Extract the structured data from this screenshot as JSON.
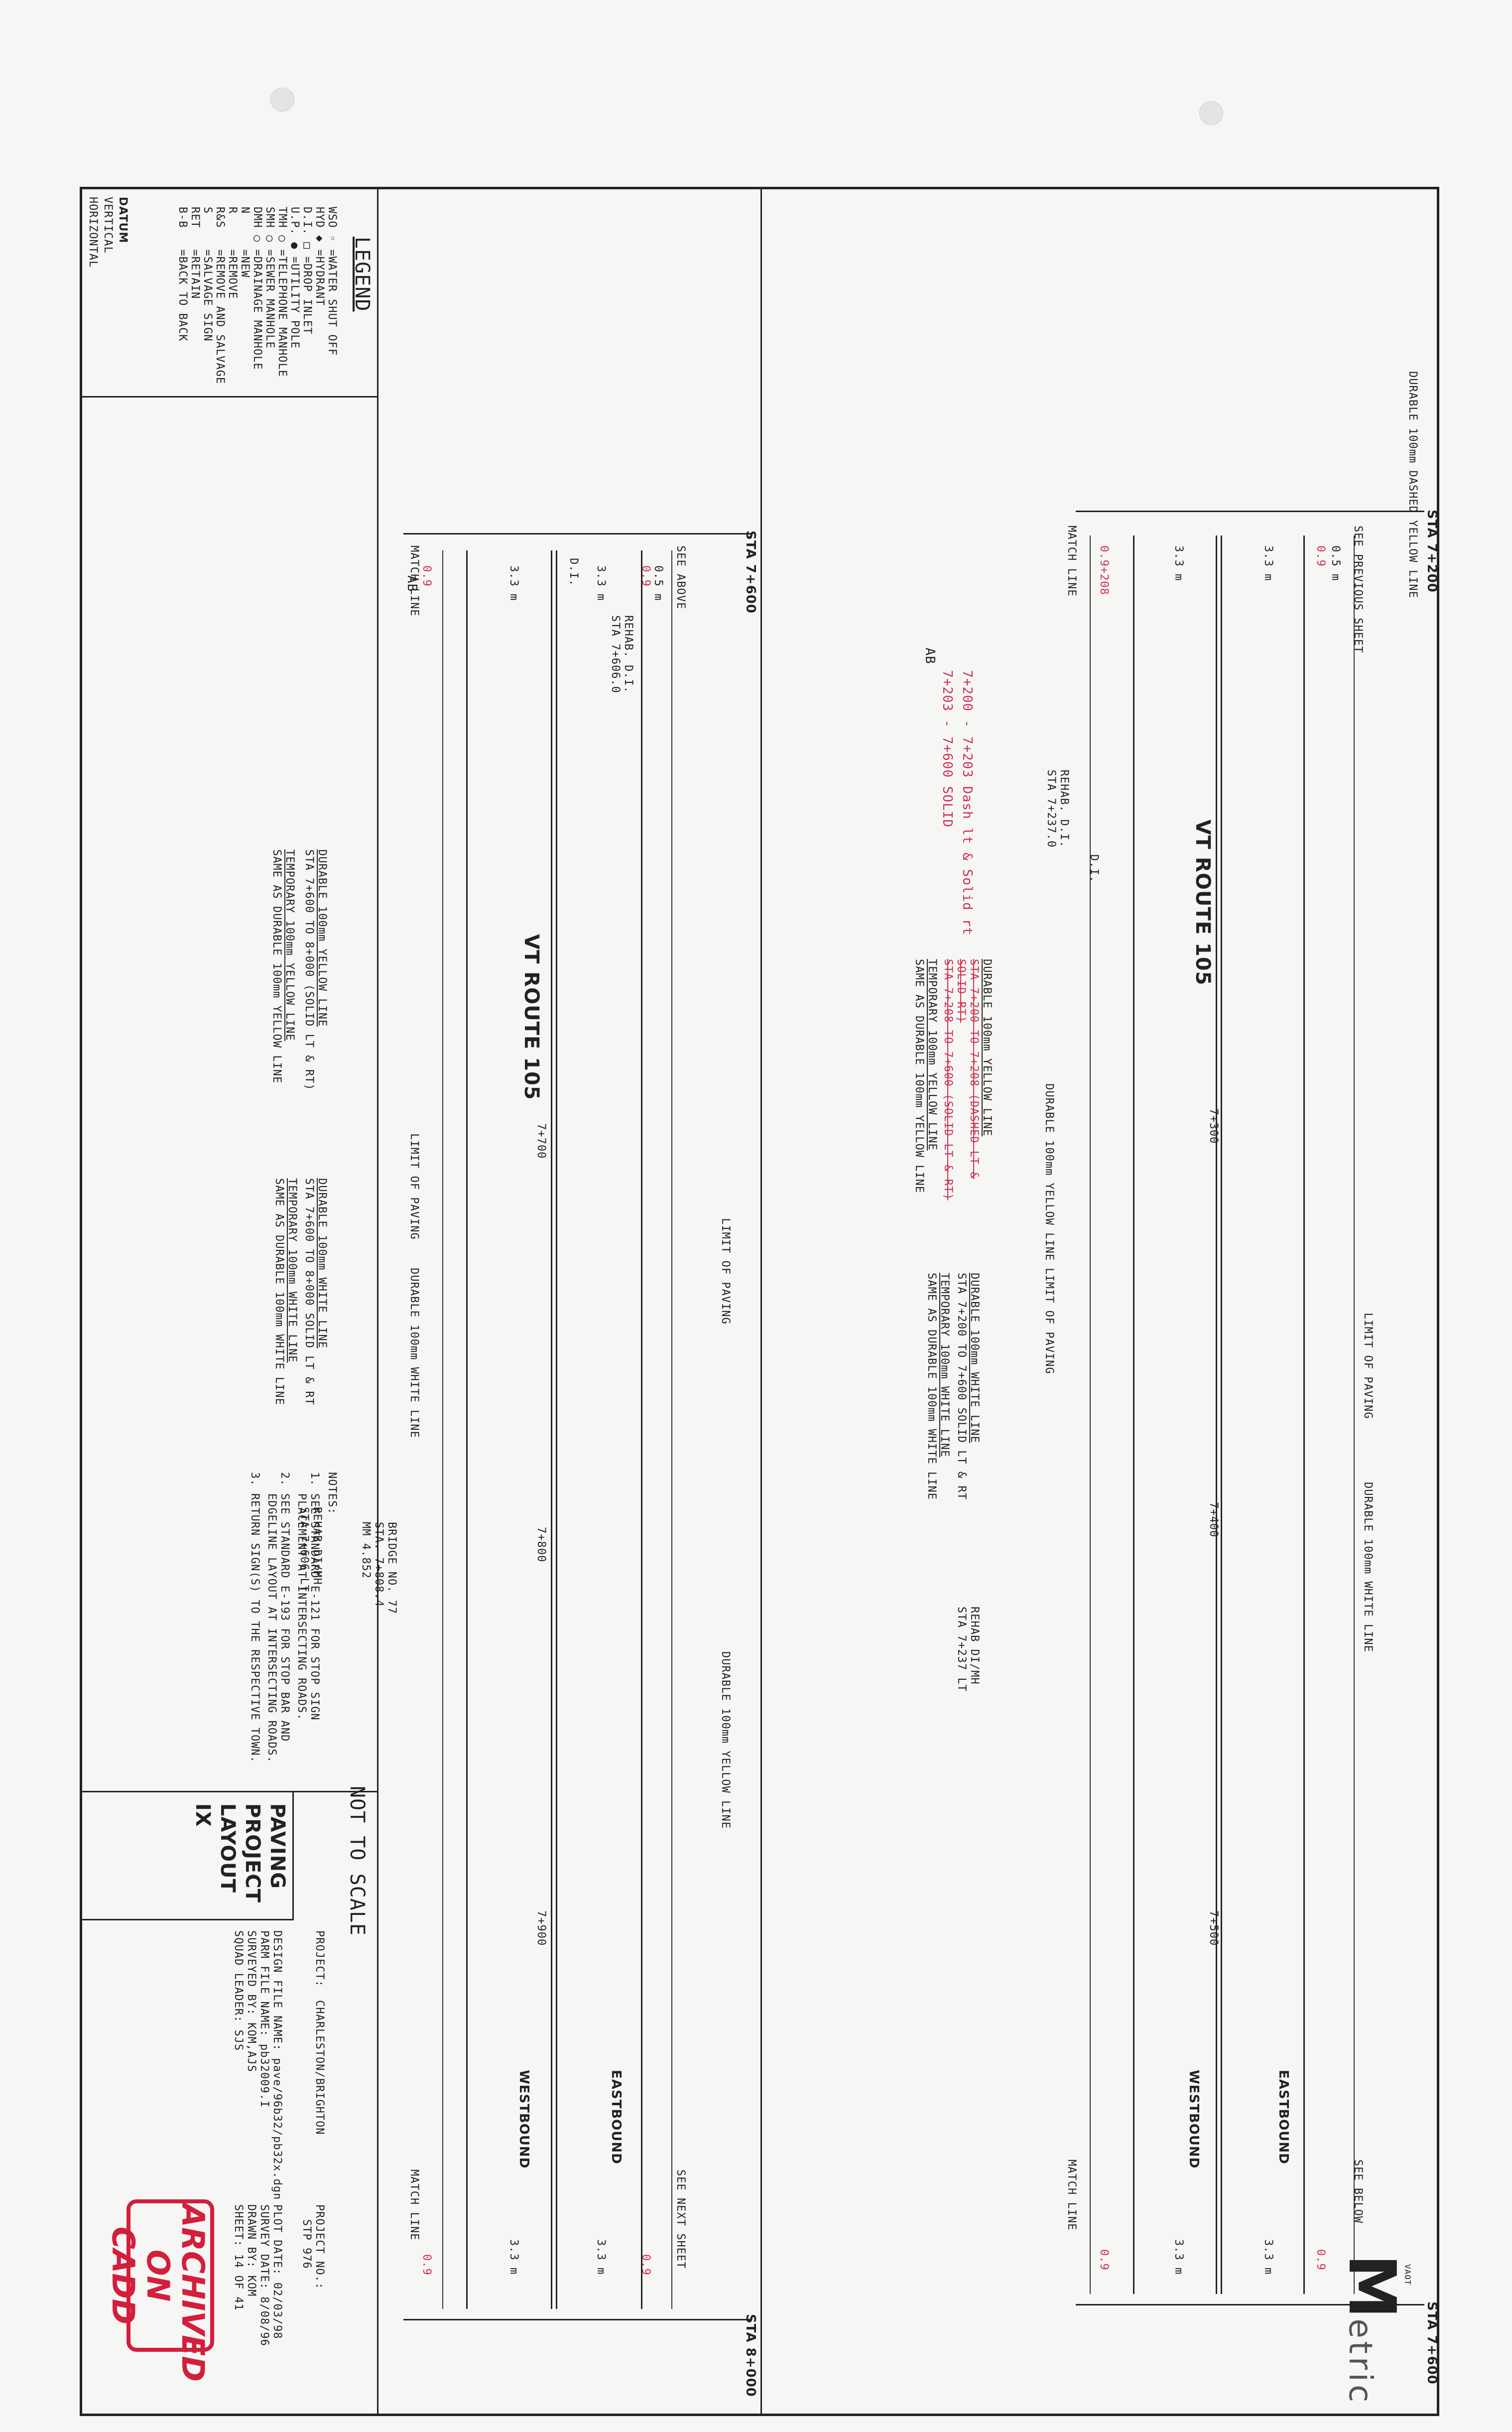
{
  "legend": {
    "title": "LEGEND",
    "items": [
      "WSO ◦ =WATER SHUT OFF",
      "HYD ◆ =HYDRANT",
      "D.I. □ =DROP INLET",
      "U.P. ● =UTILITY POLE",
      "TMH ○ =TELEPHONE MANHOLE",
      "SMH ○ =SEWER MANHOLE",
      "DMH ○ =DRAINAGE MANHOLE",
      "N     =NEW",
      "R     =REMOVE",
      "R&S   =REMOVE AND SALVAGE",
      "S     =SALVAGE SIGN",
      "RET   =RETAIN",
      "B-B   =BACK TO BACK"
    ],
    "datum_title": "DATUM",
    "datum_vertical": "VERTICAL",
    "datum_horizontal": "HORIZONTAL"
  },
  "top_strip": {
    "sta_start": "STA 7+600",
    "sta_end": "STA 8+000",
    "match_line": "MATCH LINE",
    "see_above": "SEE ABOVE",
    "see_next": "SEE NEXT SHEET",
    "dim_0_9": "0.9",
    "dim_0_5": "0.5 m",
    "lane_width": "3.3 m",
    "ab_mark": "AB",
    "route": "VT ROUTE 105",
    "westbound": "WESTBOUND",
    "eastbound": "EASTBOUND",
    "st_7700": "7+700",
    "st_7800": "7+800",
    "st_7900": "7+900",
    "di": "D.I.",
    "rehab_di": "REHAB. D.I.",
    "rehab_di_sta": "STA 7+606.0",
    "yellow_note_1": "DURABLE 100mm YELLOW LINE",
    "yellow_note_2": "STA 7+600 TO 8+000 (SOLID LT & RT)",
    "temp_yellow": "TEMPORARY 100mm YELLOW LINE",
    "same_yellow": "SAME AS DURABLE 100mm YELLOW LINE",
    "white_note_1": "DURABLE 100mm WHITE LINE",
    "white_note_2": "STA 7+600 TO 8+000 SOLID LT & RT",
    "temp_white": "TEMPORARY 100mm WHITE LINE",
    "same_white": "SAME AS DURABLE 100mm WHITE LINE",
    "rehab_dmh": "REHAB DI/MH",
    "rehab_dmh_sta": "STA 7+606 LT",
    "limit_paving": "LIMIT OF PAVING",
    "durable_white": "DURABLE 100mm WHITE LINE",
    "durable_yellow": "DURABLE 100mm YELLOW LINE",
    "bridge": "BRIDGE NO. 77",
    "bridge_sta": "STA. 7+808.4",
    "bridge_mm": "MM 4.852"
  },
  "bottom_strip": {
    "sta_start": "STA 7+200",
    "sta_end": "STA 7+600",
    "match_line": "MATCH LINE",
    "see_previous": "SEE PREVIOUS SHEET",
    "see_below": "SEE BELOW",
    "dim_0_5": "0.5 m",
    "dim_0_9": "0.9",
    "dim_0_9_208": "0.9+208",
    "lane_width": "3.3 m",
    "route": "VT ROUTE 105",
    "westbound": "WESTBOUND",
    "eastbound": "EASTBOUND",
    "st_7300": "7+300",
    "st_7400": "7+400",
    "st_7500": "7+500",
    "di": "D.I.",
    "rehab_di": "REHAB. D.I.",
    "rehab_di_sta": "STA 7+237.0",
    "dashed_yellow": "DURABLE 100mm DASHED YELLOW LINE",
    "yellow_note_1": "DURABLE 100mm YELLOW LINE",
    "yellow_strike_1": "STA 7+200 TO 7+208 (DASHED LT &",
    "yellow_strike_2": "SOLID RT)",
    "yellow_strike_3": "STA 7+208 TO 7+600 (SOLID LT & RT)",
    "temp_yellow": "TEMPORARY 100mm YELLOW LINE",
    "same_yellow": "SAME AS DURABLE 100mm YELLOW LINE",
    "white_note_1": "DURABLE 100mm WHITE LINE",
    "white_note_2": "STA 7+200 TO 7+600 SOLID LT & RT",
    "temp_white": "TEMPORARY 100mm WHITE LINE",
    "same_white": "SAME AS DURABLE 100mm WHITE LINE",
    "rehab_dmh": "REHAB DI/MH",
    "rehab_dmh_sta": "STA 7+237 LT",
    "limit_paving": "LIMIT OF PAVING",
    "durable_yellow": "DURABLE 100mm YELLOW LINE",
    "durable_white": "DURABLE 100mm WHITE LINE",
    "hand_1": "7+200 - 7+203 Dash lt & Solid rt",
    "hand_2": "7+203 - 7+600 SOLID",
    "hand_ab": "AB"
  },
  "notes": {
    "title": "NOTES:",
    "n1a": "1. SEE STANDARD E-121 FOR STOP SIGN",
    "n1b": "   PLACEMENT AT INTERSECTING ROADS.",
    "n2a": "2. SEE STANDARD E-193 FOR STOP BAR AND",
    "n2b": "   EDGELINE LAYOUT AT INTERSECTING ROADS.",
    "n3": "3. RETURN SIGN(S) TO THE RESPECTIVE TOWN."
  },
  "title_block": {
    "not_to_scale": "NOT TO SCALE",
    "title_1": "PAVING",
    "title_2": "PROJECT",
    "title_3": "LAYOUT",
    "title_4": "IX",
    "project_label": "PROJECT:",
    "project_name": "CHARLESTON/BRIGHTON",
    "design_file": "DESIGN FILE NAME: pave/96b32/pb32x.dgn",
    "parm_file": "PARM FILE NAME: pb32009.I",
    "surveyed": "SURVEYED BY: KOM,AJS",
    "squad": "SQUAD LEADER: SJS",
    "project_no_label": "PROJECT NO.:",
    "project_no": "STP 976",
    "plot_date": "PLOT DATE: 02/03/98",
    "survey_date": "SURVEY DATE: 8/08/96",
    "drawn_by": "DRAWN BY: KOM",
    "sheet": "SHEET: 14 OF 41",
    "stamp_1": "ARCHIVED",
    "stamp_2": "ON CADD"
  },
  "logo": {
    "letter": "M",
    "text": "etric",
    "small": "VAOT"
  }
}
